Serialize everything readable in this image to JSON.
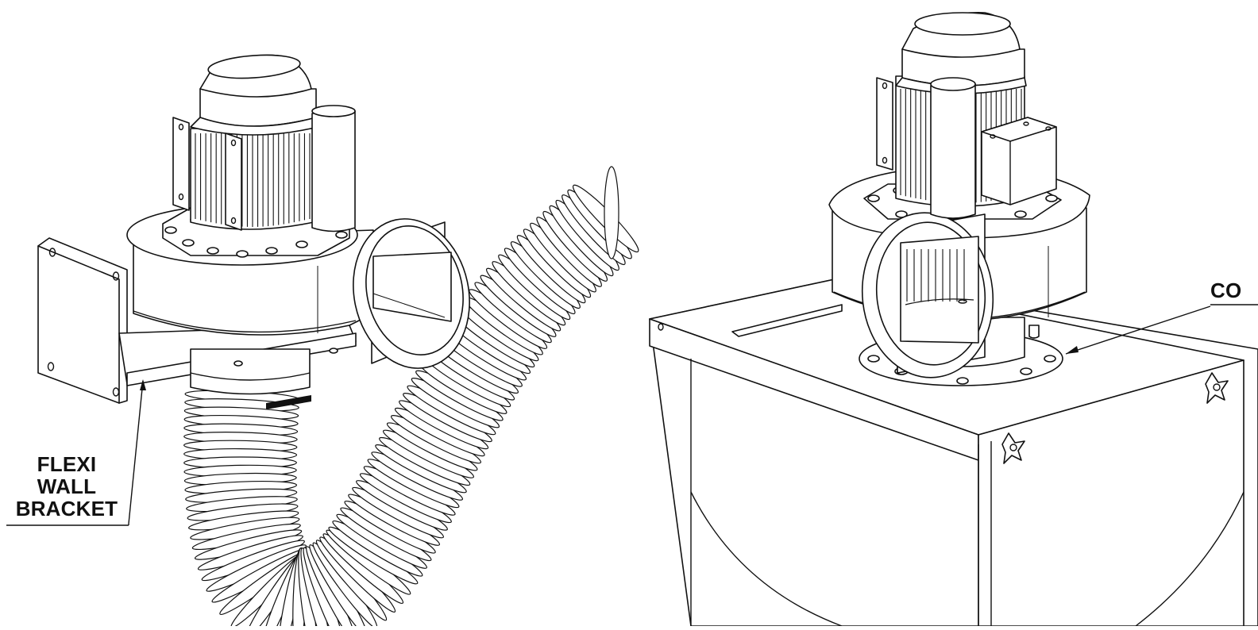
{
  "labels": {
    "flexi_line1": "FLEXI",
    "flexi_line2": "WALL",
    "flexi_line3": "BRACKET",
    "right_callout": "CO"
  },
  "colors": {
    "ink": "#111111",
    "paper": "#ffffff"
  }
}
